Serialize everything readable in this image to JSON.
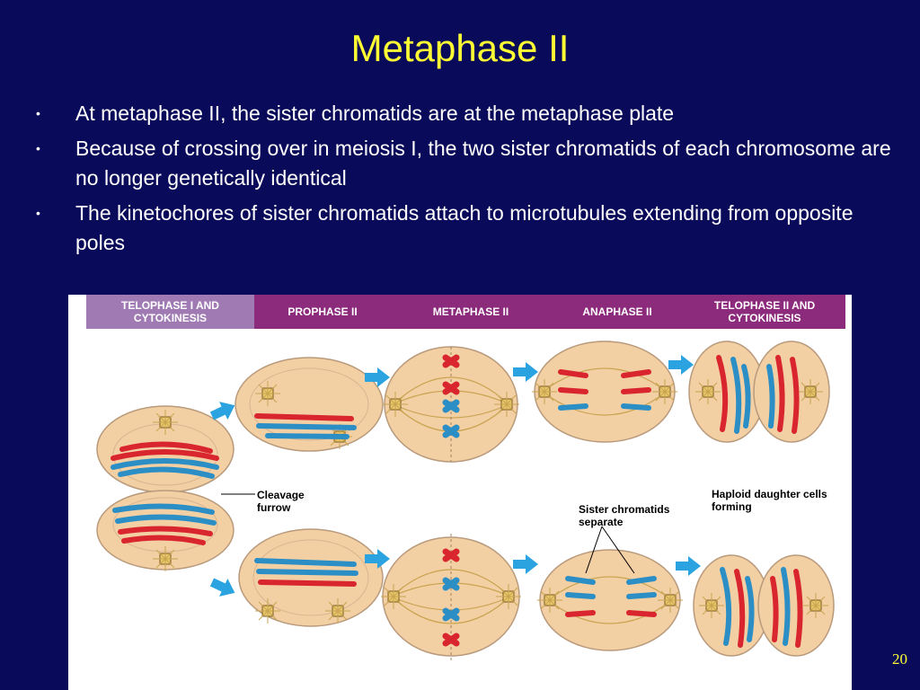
{
  "slide": {
    "title": "Metaphase II",
    "bullets": [
      "At metaphase II, the sister chromatids are at the metaphase plate",
      "Because of crossing over in meiosis I, the two sister chromatids of each chromosome are no longer genetically identical",
      "The kinetochores of sister chromatids attach to microtubules extending from opposite poles"
    ],
    "page_number": "20"
  },
  "figure": {
    "stages": [
      "TELOPHASE I AND CYTOKINESIS",
      "PROPHASE II",
      "METAPHASE II",
      "ANAPHASE II",
      "TELOPHASE II AND CYTOKINESIS"
    ],
    "labels": {
      "cleavage": "Cleavage furrow",
      "sister": "Sister chromatids separate",
      "haploid": "Haploid daughter cells forming"
    }
  },
  "colors": {
    "background": "#0a0a5a",
    "title": "#ffff33",
    "band": "#8c2a7c",
    "band_first": "#a07bb3",
    "cell": "#f3cfa4",
    "chromosome_red": "#d9262e",
    "chromosome_blue": "#2b8fc6",
    "arrow": "#2aa3e0"
  }
}
